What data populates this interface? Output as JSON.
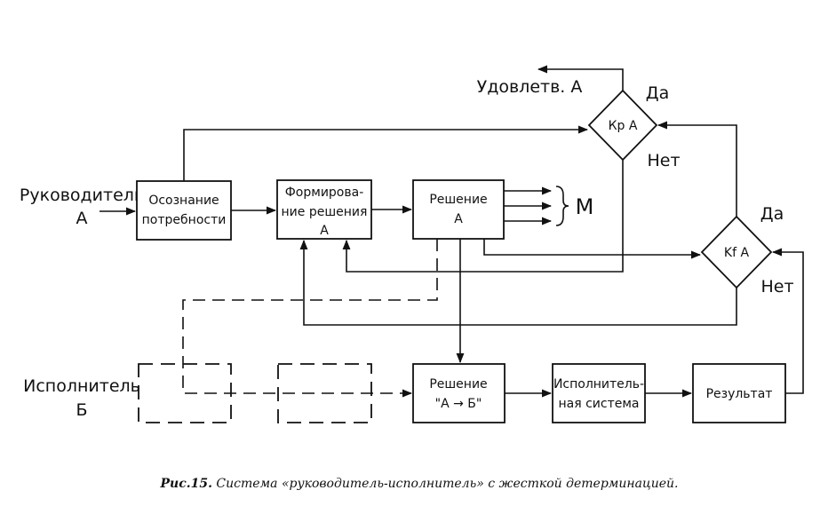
{
  "actors": {
    "leader_line1": "Руководитель",
    "leader_line2": "А",
    "executor_line1": "Исполнитель",
    "executor_line2": "Б"
  },
  "boxes": {
    "awareness_line1": "Осознание",
    "awareness_line2": "потребности",
    "forming_line1": "Формирова-",
    "forming_line2": "ние решения",
    "forming_line3": "А",
    "decision_a_line1": "Решение",
    "decision_a_line2": "А",
    "decision_ab_line1": "Решение",
    "decision_ab_line2": "\"А → Б\"",
    "exec_system_line1": "Исполнитель-",
    "exec_system_line2": "ная система",
    "result": "Результат"
  },
  "diamonds": {
    "kr_label": "Кр A",
    "kf_label": "Kf A"
  },
  "labels": {
    "satisfied": "Удовлетв. А",
    "yes_top": "Да",
    "no_top": "Нет",
    "yes_bottom": "Да",
    "no_bottom": "Нет",
    "m": "М"
  },
  "caption": {
    "prefix": "Рис.15.",
    "text": " Система «руководитель-исполнитель» с жесткой детерминацией."
  }
}
